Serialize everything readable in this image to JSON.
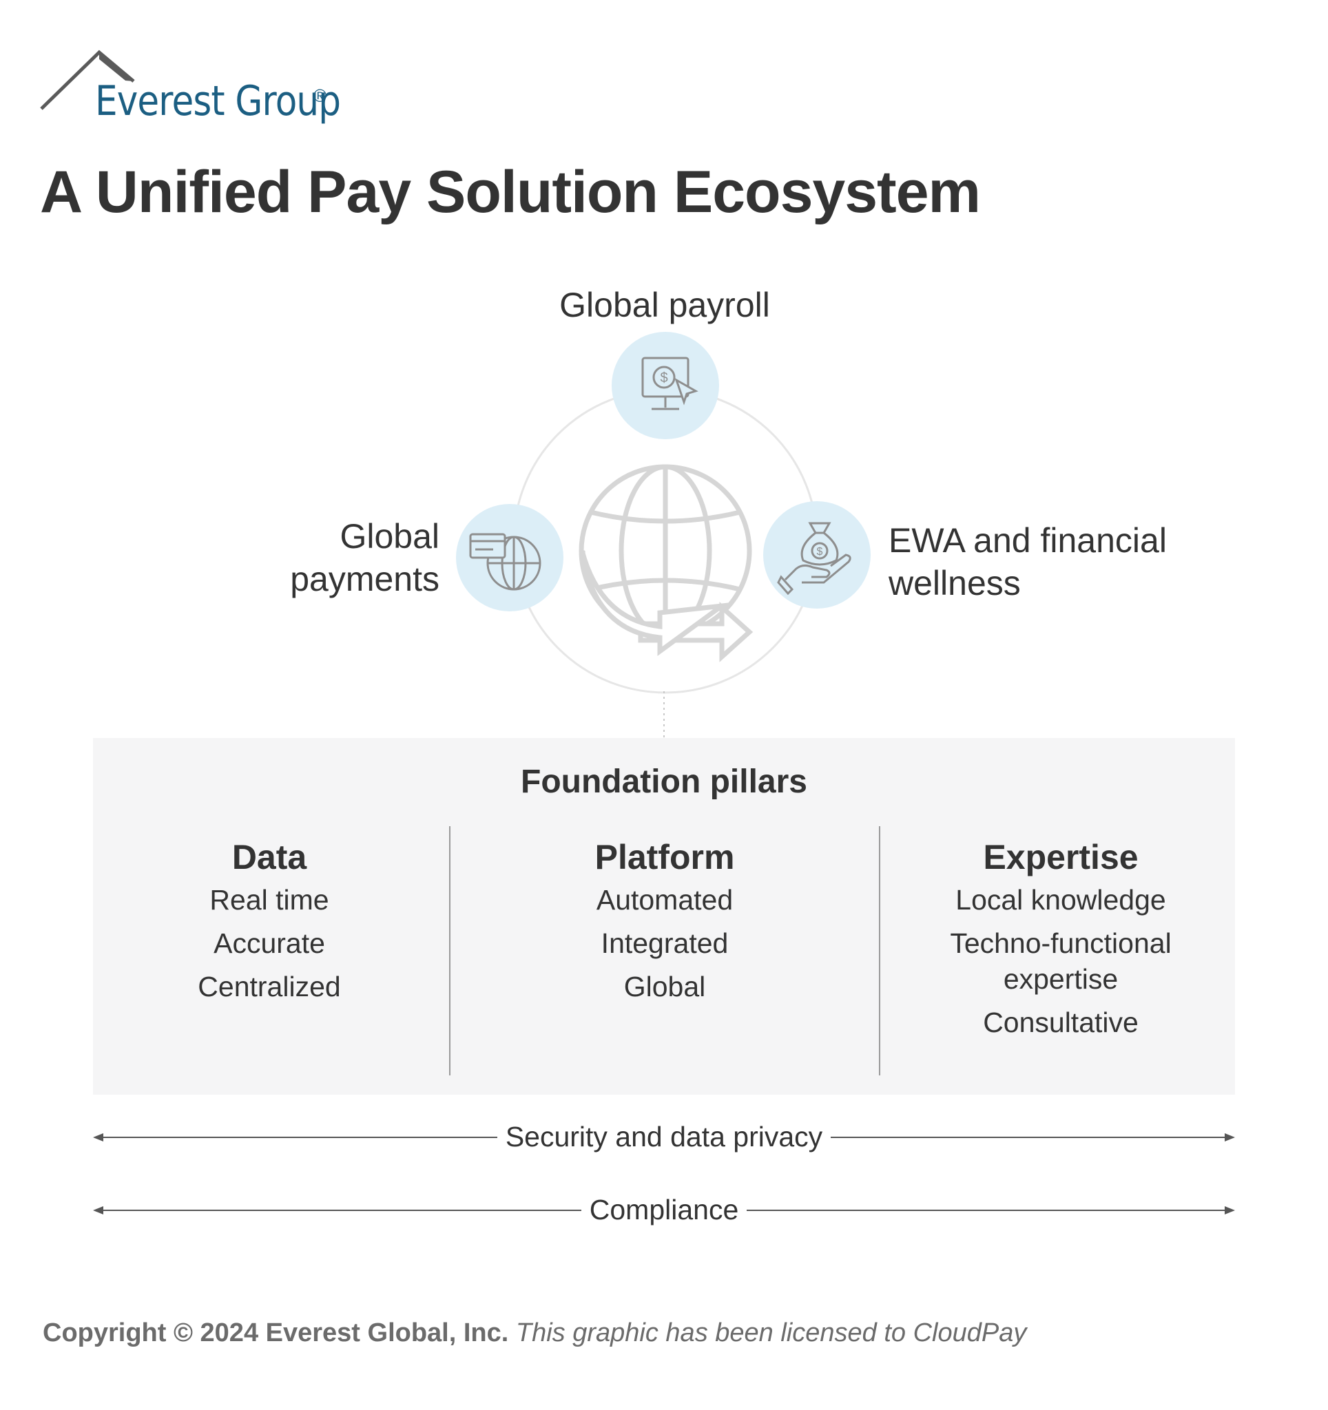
{
  "brand": {
    "logo_text": "Everest Group",
    "logo_mark": "®",
    "logo_color": "#1b5e82",
    "roof_color": "#5a5a5a"
  },
  "title": "A Unified Pay Solution Ecosystem",
  "cycle": {
    "center_icon": "globe-with-arrow-icon",
    "nodes": [
      {
        "label": "Global payroll",
        "icon": "computer-dollar-cursor-icon"
      },
      {
        "label_lines": [
          "Global",
          "payments"
        ],
        "icon": "card-globe-icon"
      },
      {
        "label_lines": [
          "EWA and financial",
          "wellness"
        ],
        "icon": "money-bag-hand-icon"
      }
    ],
    "node_fill": "#dceef7",
    "icon_color": "#8e8e8e"
  },
  "pillars": {
    "heading": "Foundation pillars",
    "columns": [
      {
        "title": "Data",
        "items": [
          "Real time",
          "Accurate",
          "Centralized"
        ]
      },
      {
        "title": "Platform",
        "items": [
          "Automated",
          "Integrated",
          "Global"
        ]
      },
      {
        "title": "Expertise",
        "items": [
          "Local knowledge",
          "Techno-functional expertise",
          "Consultative"
        ]
      }
    ],
    "box_color": "#f5f5f6"
  },
  "spanning": [
    {
      "label": "Security and data privacy"
    },
    {
      "label": "Compliance"
    }
  ],
  "footer": {
    "copyright": "Copyright © 2024 Everest Global, Inc.",
    "license": "This graphic has been licensed to CloudPay"
  }
}
